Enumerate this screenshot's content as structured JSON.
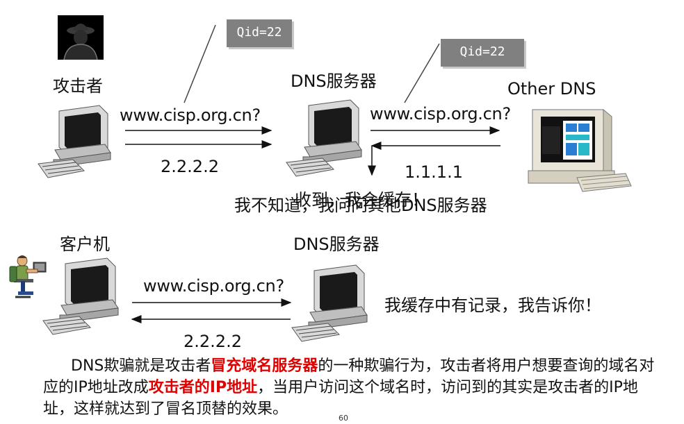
{
  "top": {
    "attacker_label": "攻击者",
    "dns_server_label": "DNS服务器",
    "other_dns_label": "Other DNS",
    "query_left": "www.cisp.org.cn?",
    "reply_left": "2.2.2.2",
    "query_right": "www.cisp.org.cn?",
    "reply_right": "1.1.1.1",
    "qid_left": "Qid=22",
    "qid_right": "Qid=22",
    "overlap_text_a": "我不知道，我问问其他DNS服务器",
    "overlap_text_b": "收到，我会缓存！"
  },
  "bottom": {
    "client_label": "客户机",
    "dns_server_label": "DNS服务器",
    "query": "www.cisp.org.cn?",
    "reply": "2.2.2.2",
    "cache_text": "我缓存中有记录，我告诉你！"
  },
  "description": {
    "part1": "DNS欺骗就是攻击者",
    "highlight1": "冒充域名服务器",
    "part2": "的一种欺骗行为，攻击者将用户想要查询的域名对应的IP地址改成",
    "highlight2": "攻击者的IP地址",
    "part3": "，当用户访问这个域名时，访问到的其实是攻击者的IP地址，这样就达到了冒名顶替的效果。"
  },
  "page_number": "60"
}
